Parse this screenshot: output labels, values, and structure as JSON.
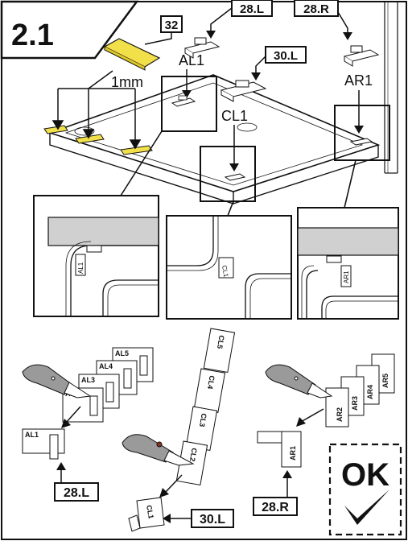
{
  "step": "2.1",
  "callouts": {
    "shim_ref": "32",
    "left_clip_ref": "28.L",
    "right_clip_ref": "28.R",
    "center_clip_ref": "30.L",
    "left_cut_ref": "28.L",
    "center_cut_ref": "30.L",
    "right_cut_ref": "28.R"
  },
  "labels": {
    "shim_thickness": "1mm",
    "al1": "AL1",
    "cl1": "CL1",
    "ar1": "AR1"
  },
  "zoom_labels": {
    "left": "AL1",
    "center": "CL1",
    "right": "AR1"
  },
  "stack_left": [
    "AL5",
    "AL4",
    "AL3",
    "AL2",
    "AL1"
  ],
  "stack_center": [
    "CL5",
    "CL4",
    "CL3",
    "CL2",
    "CL1"
  ],
  "stack_right": [
    "AR5",
    "AR4",
    "AR3",
    "AR2",
    "AR1"
  ],
  "ok_label": "OK",
  "ok_icon": "checkmark-icon",
  "colors": {
    "shim": "#f2e04a",
    "outline": "#111111",
    "frame_fill": "#d0d0d0"
  }
}
